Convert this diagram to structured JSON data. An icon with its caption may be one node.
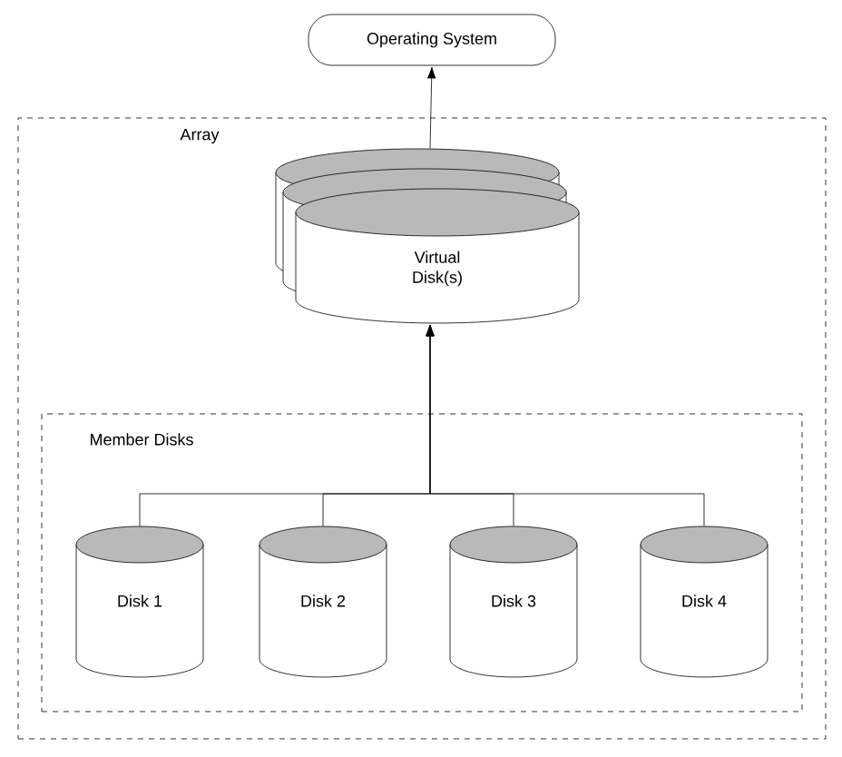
{
  "diagram": {
    "nodes": [
      {
        "text": [
          "Operating System"
        ]
      },
      {
        "text": [
          "Array"
        ]
      },
      {
        "text": [
          "Virtual Disk(s)"
        ],
        "in": 1
      },
      {
        "text": [
          "Member Disks"
        ],
        "in": 1
      },
      {
        "text": [
          "Disk 1"
        ],
        "in": 3
      },
      {
        "text": [
          "Disk 2"
        ],
        "in": 3
      },
      {
        "text": [
          "Disk 3"
        ],
        "in": 3
      },
      {
        "text": [
          "Disk 4"
        ],
        "in": 3
      }
    ],
    "edges": [
      {
        "from": 2,
        "to": 0,
        "arrow": "to"
      },
      {
        "from": 4,
        "to": 2,
        "arrow": "to"
      },
      {
        "from": 5,
        "to": 2,
        "arrow": "to"
      },
      {
        "from": 6,
        "to": 2,
        "arrow": "to"
      },
      {
        "from": 7,
        "to": 2,
        "arrow": "to"
      }
    ]
  }
}
